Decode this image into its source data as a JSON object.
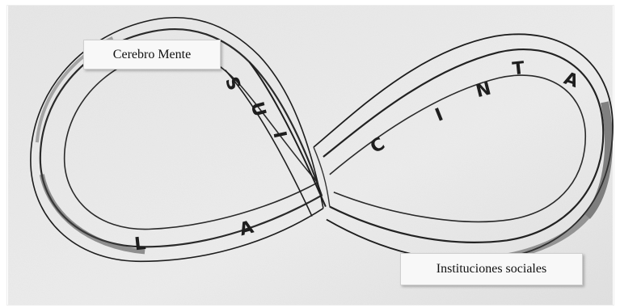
{
  "labels": {
    "top": "Cerebro Mente",
    "bottom": "Instituciones sociales"
  },
  "band_text": [
    "S",
    "U",
    "I",
    "L",
    "A",
    "C",
    "I",
    "N",
    "T",
    "A"
  ],
  "colors": {
    "background": "#ffffff",
    "paper": "#e9e9e9",
    "band_stroke": "#222222",
    "band_fill": "#dcdcdc",
    "letters": "#1e1e1e"
  }
}
